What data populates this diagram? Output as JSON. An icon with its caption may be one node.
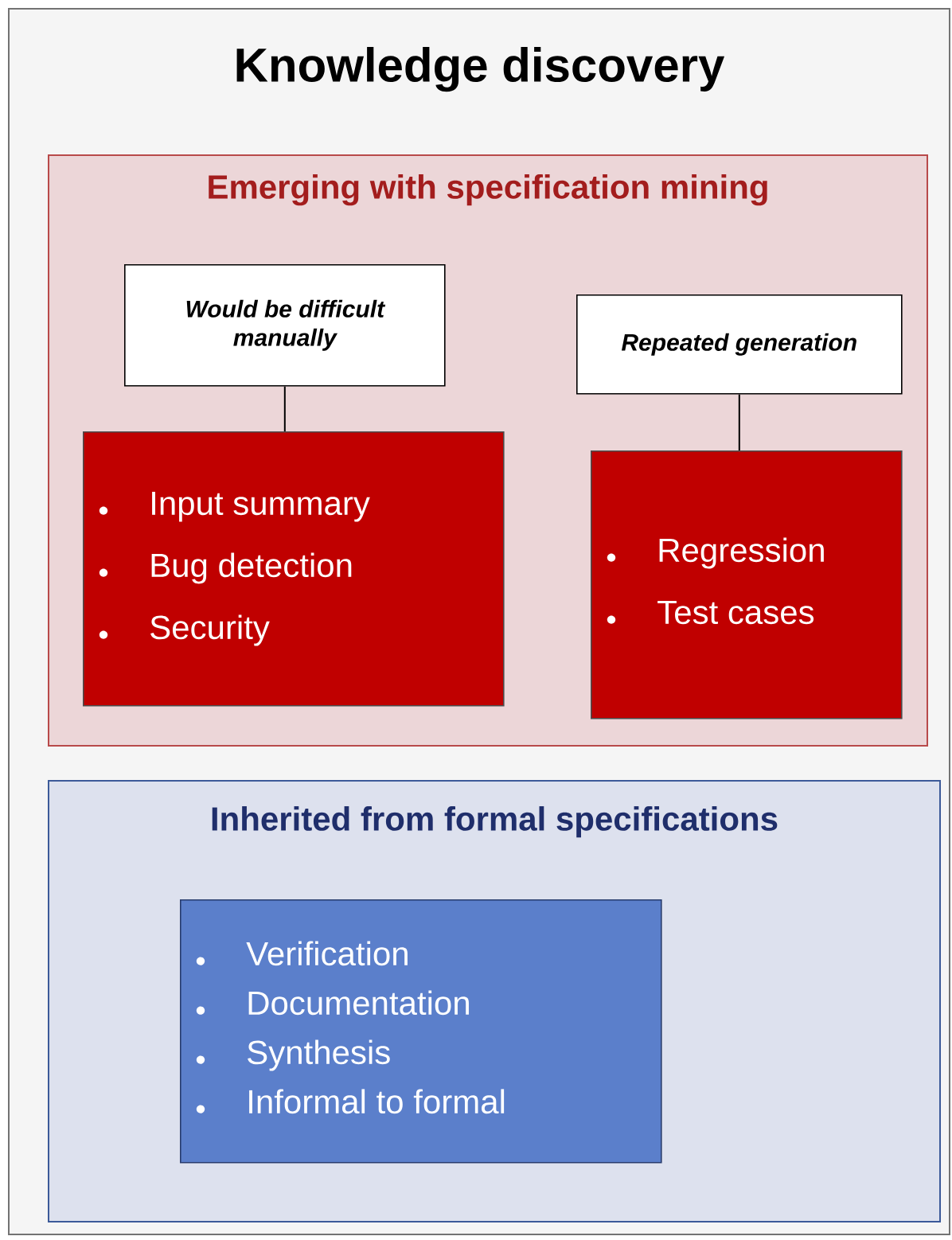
{
  "diagram": {
    "nodes": [
      {
        "text": [
          "Knowledge discovery"
        ]
      },
      {
        "text": [
          "Emerging with specification mining"
        ],
        "in": 0
      },
      {
        "text": [
          "Would be difficult manually"
        ],
        "in": 1
      },
      {
        "text": [
          "Input summary",
          "Bug detection",
          "Security"
        ],
        "in": 1
      },
      {
        "text": [
          "Repeated generation"
        ],
        "in": 1
      },
      {
        "text": [
          "Regression",
          "Test cases"
        ],
        "in": 1
      },
      {
        "text": [
          "Inherited from formal specifications"
        ],
        "in": 0
      },
      {
        "text": [
          "Verification",
          "Documentation",
          "Synthesis",
          "Informal to formal"
        ],
        "in": 6
      }
    ],
    "edges": [
      {
        "from": 2,
        "to": 3,
        "arrow": "none"
      },
      {
        "from": 4,
        "to": 5,
        "arrow": "none"
      }
    ]
  }
}
